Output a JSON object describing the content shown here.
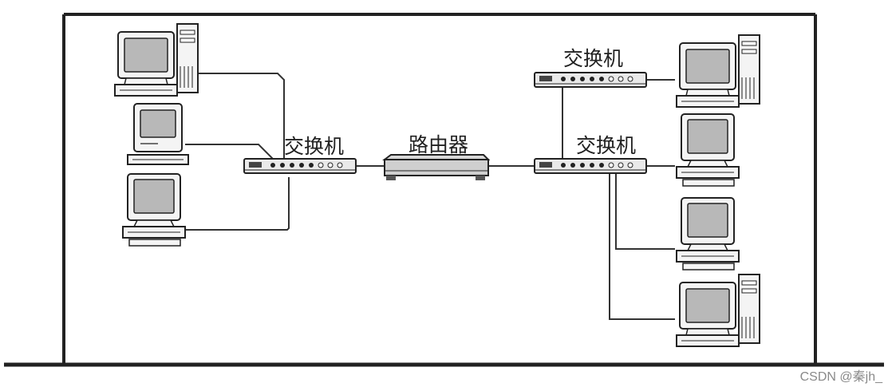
{
  "labels": {
    "switch_left": "交换机",
    "router": "路由器",
    "switch_right_top": "交换机",
    "switch_right_bottom": "交换机"
  },
  "watermark": "CSDN @秦jh_",
  "colors": {
    "ink": "#222222",
    "screen_gray": "#b8b8b8",
    "body_light": "#f4f4f4",
    "router_gray": "#cfcfcf",
    "wire": "#333333"
  },
  "icons": {
    "pc_tower": "desktop-tower-icon",
    "pc_compact": "compact-computer-icon",
    "pc_desktop": "desktop-computer-icon",
    "switch": "network-switch-icon",
    "router": "router-icon"
  }
}
